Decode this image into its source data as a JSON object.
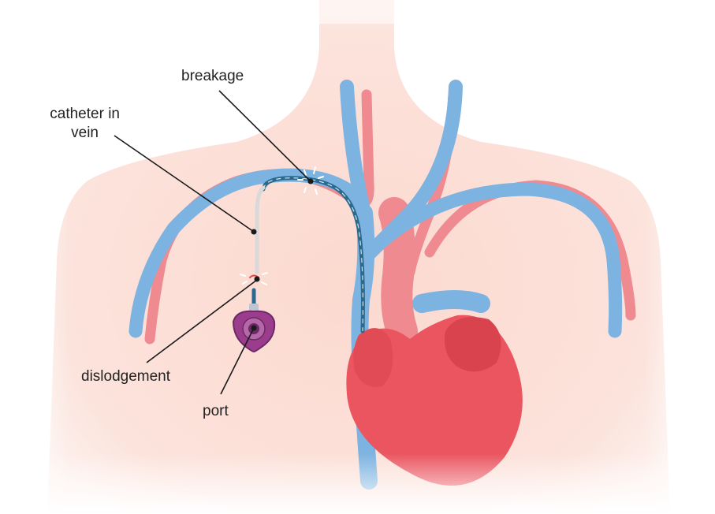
{
  "labels": {
    "breakage": "breakage",
    "catheter_line1": "catheter in",
    "catheter_line2": "vein",
    "dislodgement": "dislodgement",
    "port": "port"
  },
  "colors": {
    "background": "#ffffff",
    "skin": "#fce3dc",
    "vein": "#7db3e0",
    "artery": "#ee8a90",
    "heart": "#ea5560",
    "heart_shadow": "#d8434e",
    "catheter_outside": "#d9d9d9",
    "catheter_inside": "#2a6a8f",
    "port_body": "#9b3d8c",
    "port_center": "#6a2a66",
    "leader_line": "#1a1a1a",
    "break_marker": "#ffffff",
    "dislodge_marker": "#e8424c"
  }
}
